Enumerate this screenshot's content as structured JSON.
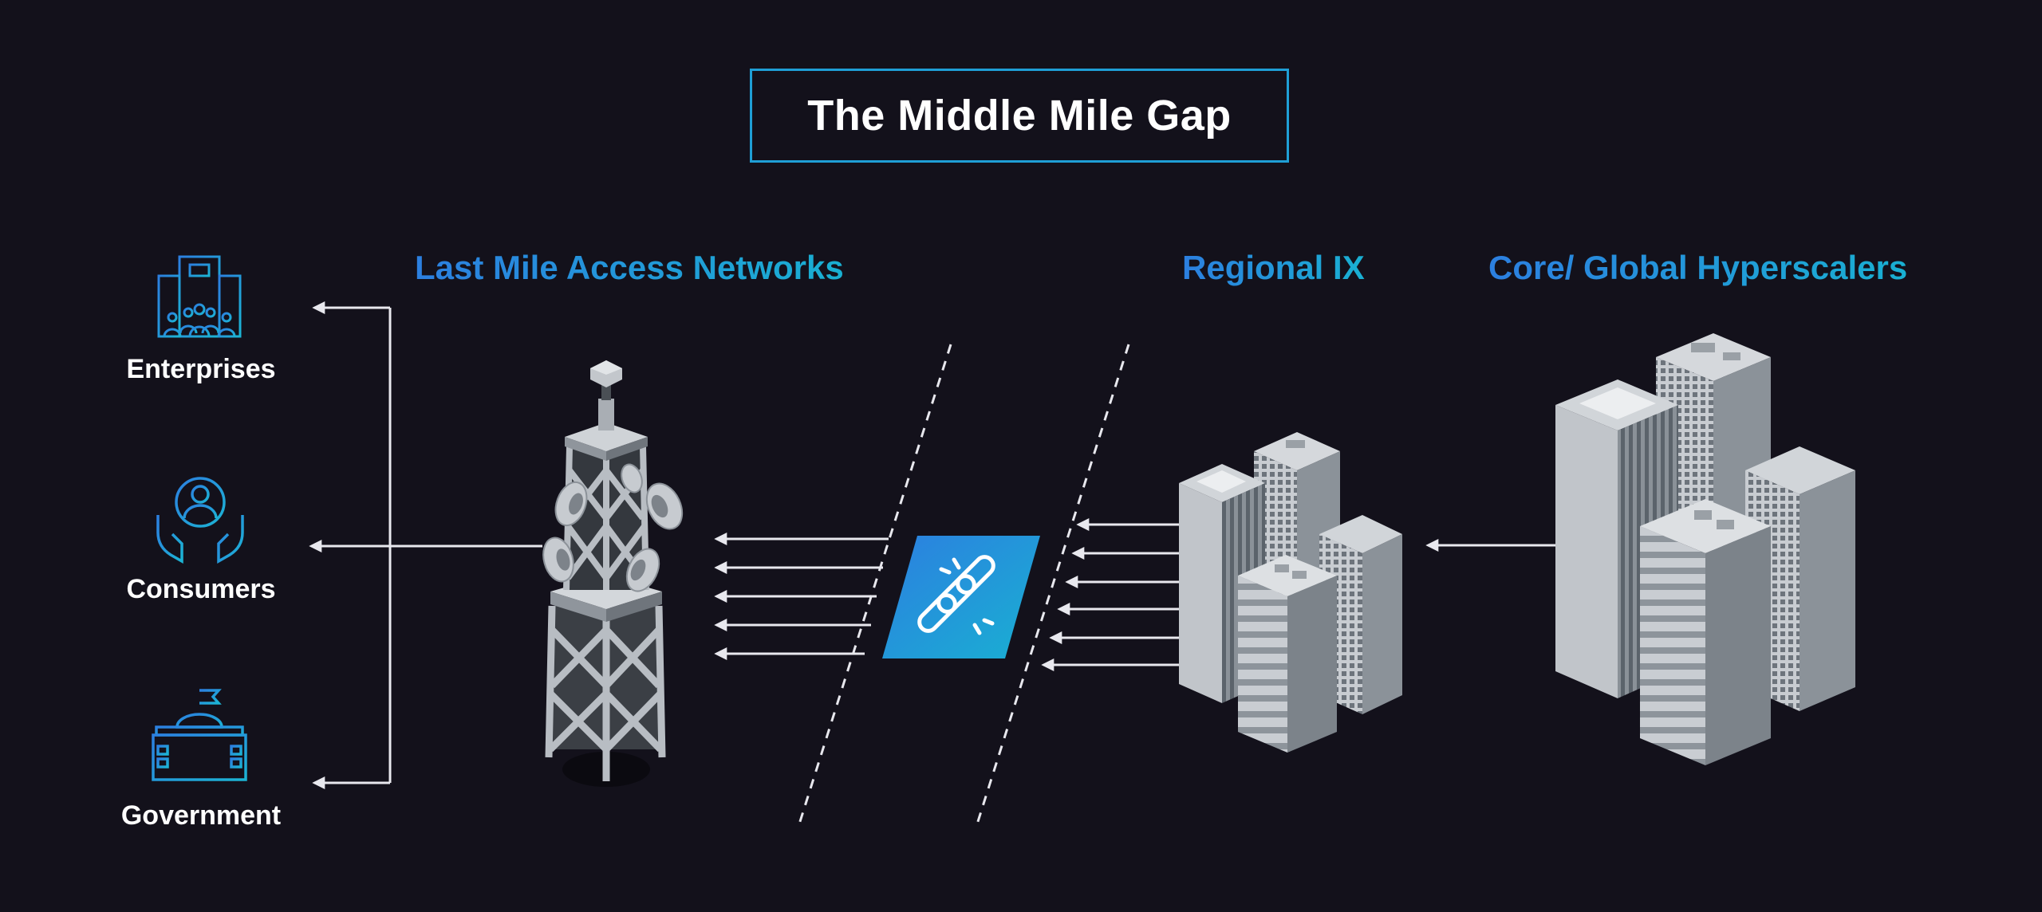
{
  "title": "The Middle Mile Gap",
  "headings": {
    "last_mile": "Last Mile Access Networks",
    "regional_ix": "Regional IX",
    "core": "Core/ Global Hyperscalers"
  },
  "customers": [
    {
      "label": "Enterprises",
      "icon": "enterprise-building-people-icon"
    },
    {
      "label": "Consumers",
      "icon": "person-in-hands-icon"
    },
    {
      "label": "Government",
      "icon": "government-capitol-icon"
    }
  ],
  "center_icon": "broken-chain-link-icon",
  "colors": {
    "background": "#13111b",
    "accent_blue": "#2c7fe0",
    "accent_cyan": "#19b0d2",
    "line": "#e8e8ee",
    "building_gray": "#aeb3b9"
  }
}
